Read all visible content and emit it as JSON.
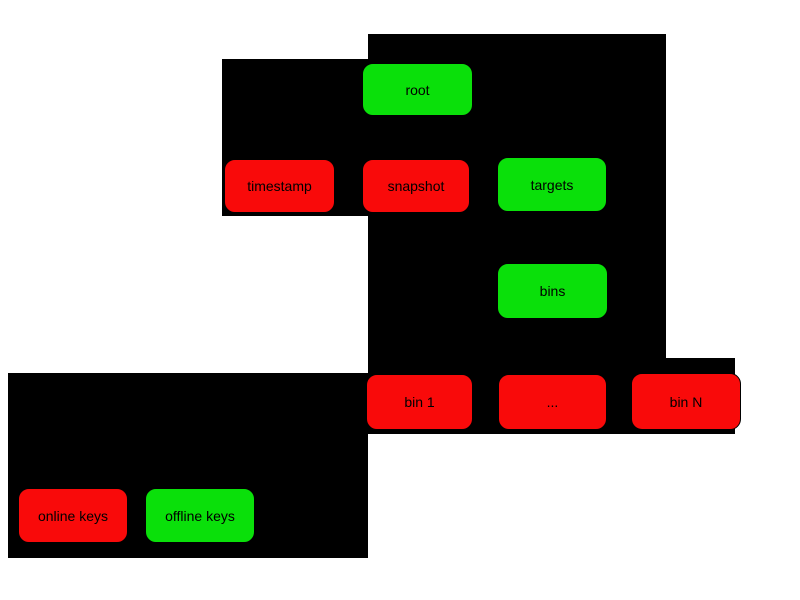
{
  "colors": {
    "red": "#f90a0a",
    "green": "#0ae00a",
    "panel": "#000000",
    "text": "#000000",
    "background": "#ffffff"
  },
  "legend_meaning": {
    "red": "online keys",
    "green": "offline keys"
  },
  "nodes": [
    {
      "id": "root",
      "label": "root",
      "color": "green"
    },
    {
      "id": "timestamp",
      "label": "timestamp",
      "color": "red"
    },
    {
      "id": "snapshot",
      "label": "snapshot",
      "color": "red"
    },
    {
      "id": "targets",
      "label": "targets",
      "color": "green"
    },
    {
      "id": "bins",
      "label": "bins",
      "color": "green"
    },
    {
      "id": "bin1",
      "label": "bin 1",
      "color": "red"
    },
    {
      "id": "dots",
      "label": "...",
      "color": "red"
    },
    {
      "id": "binN",
      "label": "bin N",
      "color": "red"
    },
    {
      "id": "online",
      "label": "online keys",
      "color": "red"
    },
    {
      "id": "offline",
      "label": "offline keys",
      "color": "green"
    }
  ]
}
